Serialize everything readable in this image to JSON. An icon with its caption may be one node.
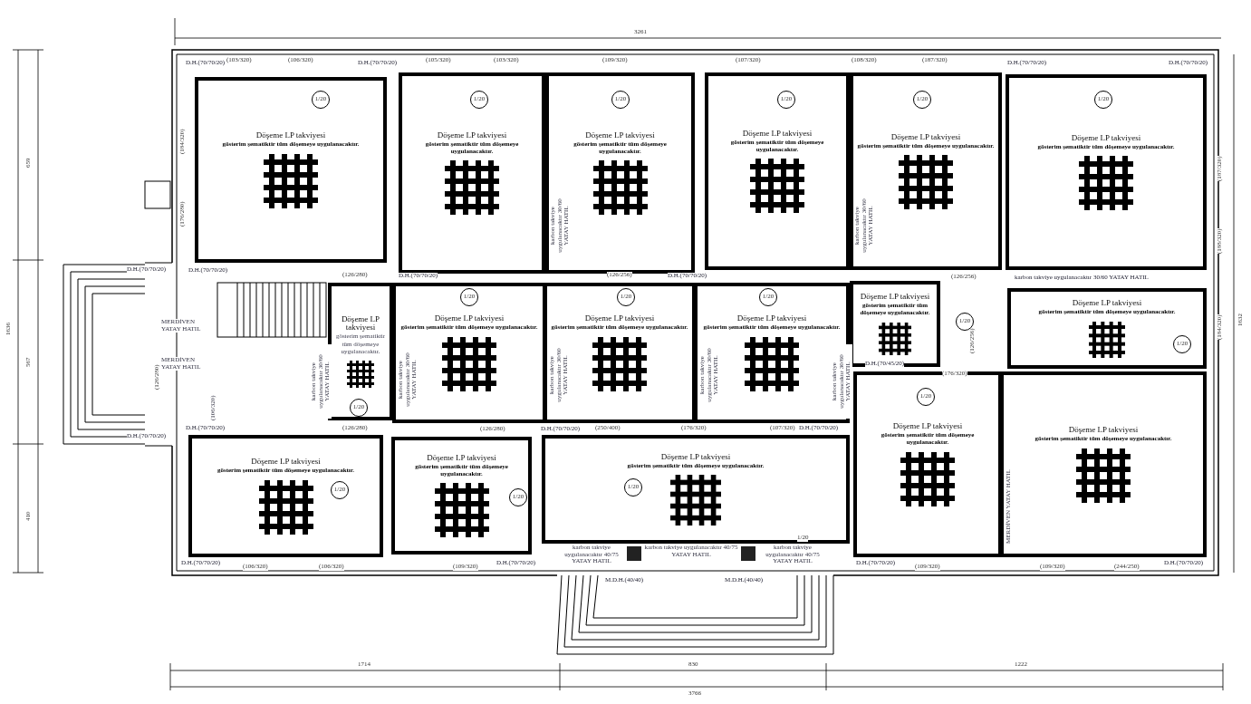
{
  "diagram": {
    "nodes": [
      {
        "text": [
          "Döşeme LP takviyesi",
          "gösterim şematiktir tüm döşemeye uygulanacaktır."
        ]
      },
      {
        "text": [
          "Döşeme LP takviyesi",
          "gösterim şematiktir tüm döşemeye uygulanacaktır."
        ]
      },
      {
        "text": [
          "Döşeme LP takviyesi",
          "gösterim şematiktir tüm döşemeye uygulanacaktır."
        ]
      },
      {
        "text": [
          "Döşeme LP takviyesi",
          "gösterim şematiktir tüm döşemeye uygulanacaktır."
        ]
      },
      {
        "text": [
          "Döşeme LP takviyesi",
          "gösterim şematiktir tüm döşemeye uygulanacaktır."
        ]
      },
      {
        "text": [
          "Döşeme LP takviyesi",
          "gösterim şematiktir tüm döşemeye uygulanacaktır."
        ]
      },
      {
        "text": [
          "Döşeme LP takviyesi",
          "gösterim şematiktir tüm döşemeye uygulanacaktır."
        ]
      },
      {
        "text": [
          "Döşeme LP takviyesi",
          "gösterim şematiktir tüm döşemeye uygulanacaktır."
        ]
      },
      {
        "text": [
          "Döşeme LP takviyesi",
          "gösterim şematiktir tüm döşemeye uygulanacaktır."
        ]
      },
      {
        "text": [
          "Döşeme LP takviyesi",
          "gösterim şematiktir tüm döşemeye uygulanacaktır."
        ]
      },
      {
        "text": [
          "Döşeme LP takviyesi",
          "gösterim şematiktir tüm döşemeye uygulanacaktır."
        ]
      },
      {
        "text": [
          "Döşeme LP takviyesi",
          "gösterim şematiktir tüm döşemeye uygulanacaktır."
        ]
      },
      {
        "text": [
          "Döşeme LP takviyesi",
          "gösterim şematiktir tüm döşemeye uygulanacaktır."
        ]
      },
      {
        "text": [
          "Döşeme LP takviyesi",
          "gösterim şematiktir tüm döşemeye uygulanacaktır."
        ]
      },
      {
        "text": [
          "Döşeme LP takviyesi",
          "gösterim şematiktir tüm döşemeye uygulanacaktır."
        ]
      },
      {
        "text": [
          "Döşeme LP takviyesi",
          "gösterim şematiktir tüm döşemeye uygulanacaktır."
        ]
      },
      {
        "text": [
          "Döşeme LP takviyesi",
          "gösterim şematiktir tüm döşemeye uygulanacaktır."
        ]
      }
    ],
    "labels": [
      "3261",
      "659",
      "567",
      "410",
      "1636",
      "1632",
      "1714",
      "830",
      "1222",
      "3766",
      "D.H.(70/70/20)",
      "D.H.(70/70/20)",
      "D.H.(70/70/20)",
      "D.H.(70/70/20)",
      "D.H.(70/70/20)",
      "D.H.(70/70/20)",
      "D.H.(70/70/20)",
      "D.H.(70/70/20)",
      "D.H.(70/70/20)",
      "D.H.(70/70/20)",
      "D.H.(70/70/20)",
      "D.H.(70/70/20)",
      "D.H.(70/45/20)",
      "D.H.(70/70/20)",
      "D.H.(70/70/20)",
      "D.H.(70/70/20)",
      "D.H.(70/70/20)",
      "M.D.H.(40/40)",
      "M.D.H.(40/40)",
      "karbon takviye uygulanacaktır 40/75 YATAY HATIL",
      "karbon takviye uygulanacaktır 40/75 YATAY HATIL",
      "karbon takviye uygulanacaktır 40/75 YATAY HATIL",
      "karbon takviye uygulanacaktır 30/60 YATAY HATIL",
      "karbon takviye uygulanacaktır 30/60 YATAY HATIL",
      "karbon takviye uygulanacaktır 30/60 YATAY HATIL",
      "karbon takviye uygulanacaktır 30/60 YATAY HATIL",
      "karbon takviye uygulanacaktır 30/60 YATAY HATIL",
      "karbon takviye uygulanacaktır 30/60 YATAY HATIL",
      "karbon takviye uygulanacaktır 30/60 YATAY HATIL",
      "karbon takviye uygulanacaktır 30/60 YATAY HATIL",
      "MERDİVEN YATAY HATIL",
      "MERDİVEN YATAY HATIL",
      "MERDİVEN YATAY HATIL",
      "(106/320)",
      "(103/320)",
      "(106/320)",
      "(105/320)",
      "(103/320)",
      "(109/320)",
      "(107/320)",
      "(108/320)",
      "(187/320)",
      "(187/320)",
      "(188/320)",
      "(184/320)",
      "(184/320)",
      "(176/280)",
      "(126/280)",
      "(126/280)",
      "(126/280)",
      "(126/280)",
      "(126/256)",
      "(126/256)",
      "(126/256)",
      "(176/320)",
      "(250/400)",
      "(176/320)",
      "(107/320)",
      "(106/320)",
      "(106/320)",
      "(109/320)",
      "(109/320)",
      "(109/320)",
      "(244/250)",
      "1/20",
      "1/20",
      "1/20",
      "1/20",
      "1/20",
      "1/20",
      "1/20",
      "1/20",
      "1/20",
      "1/20",
      "1/20",
      "1/20",
      "1/20",
      "1/20",
      "1/20",
      "1/20",
      "1/20"
    ]
  }
}
